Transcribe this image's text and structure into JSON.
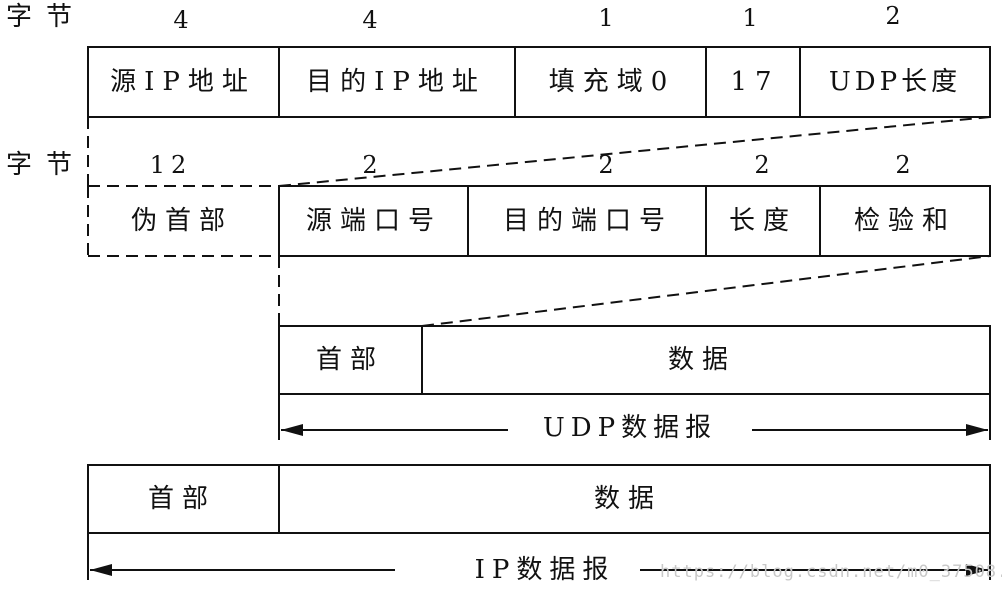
{
  "row1": {
    "row_label": "字节",
    "bytes": [
      "4",
      "4",
      "1",
      "1",
      "2"
    ],
    "fields": [
      "源IP地址",
      "目的IP地址",
      "填充域0",
      "17",
      "UDP长度"
    ]
  },
  "row2": {
    "row_label": "字节",
    "bytes": [
      "12",
      "2",
      "2",
      "2",
      "2"
    ],
    "fields": [
      "伪首部",
      "源端口号",
      "目的端口号",
      "长度",
      "检验和"
    ]
  },
  "udp_datagram": {
    "header": "首部",
    "data": "数据",
    "span_label": "UDP数据报"
  },
  "ip_datagram": {
    "header": "首部",
    "data": "数据",
    "span_label": "IP数据报"
  },
  "watermark": "https://blog.csdn.net/m0_37508...",
  "colors": {
    "line": "#111111",
    "background": "#ffffff",
    "watermark": "#c8c8c8"
  }
}
